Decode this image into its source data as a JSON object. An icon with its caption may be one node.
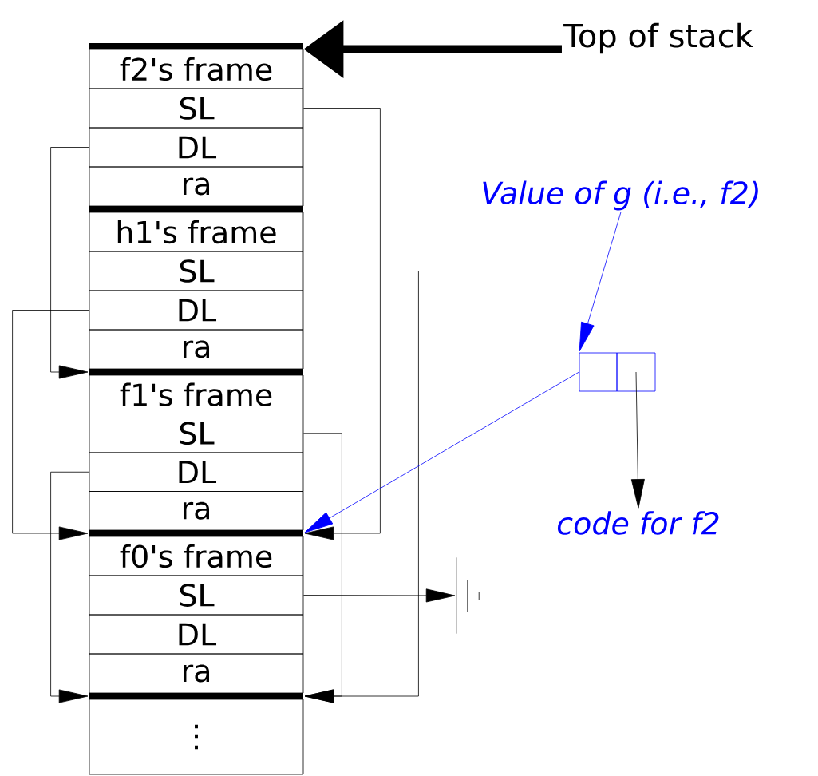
{
  "diagram": {
    "nodes": [
      {
        "text": [
          "Top of stack"
        ]
      },
      {
        "text": [],
        "shape": "bar"
      },
      {
        "text": [
          "f2's frame"
        ]
      },
      {
        "text": [
          "SL"
        ]
      },
      {
        "text": [
          "DL"
        ]
      },
      {
        "text": [
          "ra"
        ]
      },
      {
        "text": [],
        "shape": "bar"
      },
      {
        "text": [
          "h1's frame"
        ]
      },
      {
        "text": [
          "SL"
        ]
      },
      {
        "text": [
          "DL"
        ]
      },
      {
        "text": [
          "ra"
        ]
      },
      {
        "text": [],
        "shape": "bar"
      },
      {
        "text": [
          "f1's frame"
        ]
      },
      {
        "text": [
          "SL"
        ]
      },
      {
        "text": [
          "DL"
        ]
      },
      {
        "text": [
          "ra"
        ]
      },
      {
        "text": [],
        "shape": "bar"
      },
      {
        "text": [
          "f0's frame"
        ]
      },
      {
        "text": [
          "SL"
        ]
      },
      {
        "text": [
          "DL"
        ]
      },
      {
        "text": [
          "ra"
        ]
      },
      {
        "text": [],
        "shape": "bar"
      },
      {
        "text": [
          "⋮"
        ]
      },
      {
        "text": [
          "Value of g (i.e., f2)"
        ]
      },
      {
        "text": [],
        "shape": "box"
      },
      {
        "text": [],
        "shape": "box"
      },
      {
        "text": [
          "code for f2"
        ]
      },
      {
        "text": [],
        "shape": "ground"
      }
    ],
    "edges": [
      {
        "from": 0,
        "to": 2,
        "arrow": "to",
        "style": "thick"
      },
      {
        "from": 3,
        "to": 16,
        "arrow": "to"
      },
      {
        "from": 4,
        "to": 11,
        "arrow": "to"
      },
      {
        "from": 8,
        "to": 21,
        "arrow": "to"
      },
      {
        "from": 9,
        "to": 16,
        "arrow": "to"
      },
      {
        "from": 13,
        "to": 21,
        "arrow": "to"
      },
      {
        "from": 14,
        "to": 21,
        "arrow": "to"
      },
      {
        "from": 18,
        "to": 27,
        "arrow": "to"
      },
      {
        "from": 23,
        "to": 24,
        "arrow": "to",
        "color": "#0000ff"
      },
      {
        "from": 24,
        "to": 16,
        "arrow": "to",
        "color": "#0000ff"
      },
      {
        "from": 25,
        "to": 26,
        "arrow": "to"
      }
    ]
  }
}
